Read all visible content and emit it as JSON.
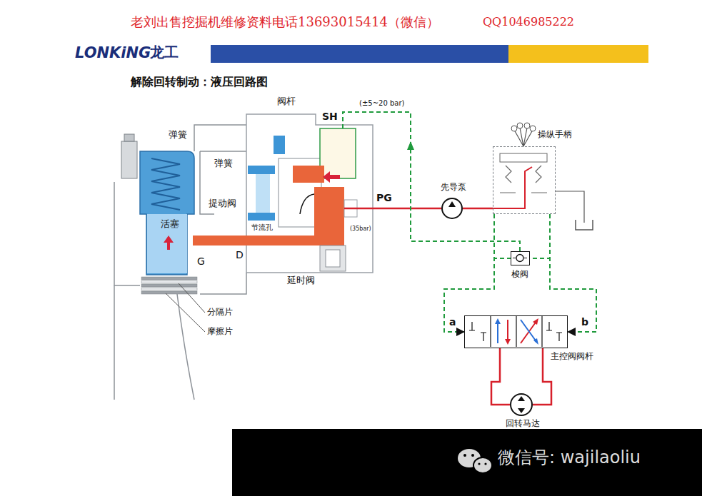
{
  "diagram": {
    "title": "解除回转制动：液压回路图",
    "nodes": [
      {
        "text": [
          "操纵手柄"
        ]
      },
      {
        "text": [
          "先导泵"
        ]
      },
      {
        "text": [
          "梭阀"
        ]
      },
      {
        "text": [
          "主控阀阀杆"
        ]
      },
      {
        "text": [
          "回转马达"
        ]
      }
    ],
    "edges": [
      {
        "from": 1,
        "to": 0,
        "arrow": "none"
      },
      {
        "from": 0,
        "to": 2,
        "arrow": "none"
      },
      {
        "from": 0,
        "to": 2,
        "arrow": "none"
      },
      {
        "from": 0,
        "to": 3,
        "arrow": "to"
      },
      {
        "from": 0,
        "to": 3,
        "arrow": "to"
      },
      {
        "from": 3,
        "to": 4,
        "arrow": "none"
      },
      {
        "from": 3,
        "to": 4,
        "arrow": "none"
      }
    ],
    "labels": [
      "老刘出售挖掘机维修资料电话13693015414（微信）",
      "QQ1046985222",
      "LONKiNG",
      "龙工",
      "弹簧",
      "阀杆",
      "SH",
      "(±5~20 bar)",
      "弹簧",
      "提动阀",
      "PG",
      "活塞",
      "节流孔",
      "(35bar)",
      "G",
      "D",
      "延时阀",
      "a",
      "b",
      "分隔片",
      "摩擦片",
      "微信号: wajilaoliu"
    ]
  }
}
